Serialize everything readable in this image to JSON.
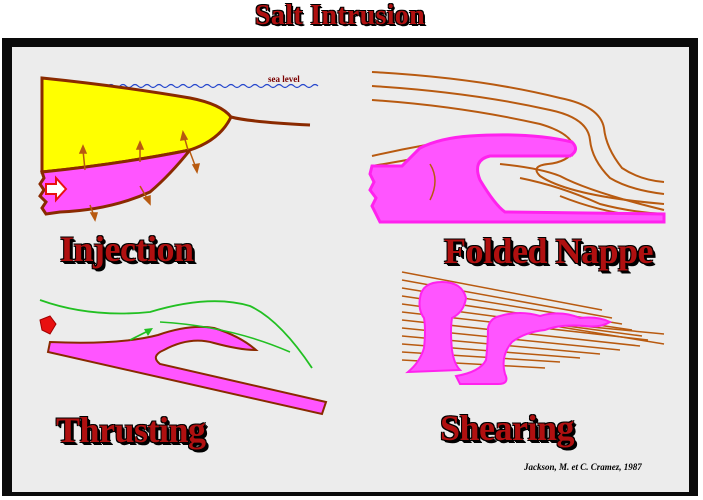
{
  "title": "Salt Intrusion",
  "panels": {
    "injection": {
      "label": "Injection",
      "sea_level": "sea level"
    },
    "folded_nappe": {
      "label": "Folded Nappe"
    },
    "thrusting": {
      "label": "Thrusting"
    },
    "shearing": {
      "label": "Shearing"
    }
  },
  "credit": "Jackson, M. et C. Cramez, 1987",
  "colors": {
    "salt": "#ff55ff",
    "sediment": "#ffff00",
    "strata": "#b85a10",
    "outline": "#8a2a00",
    "water": "#2244cc",
    "thrust_line": "#22c022",
    "push_arrow": "#e81010",
    "label_red": "#b01010"
  }
}
